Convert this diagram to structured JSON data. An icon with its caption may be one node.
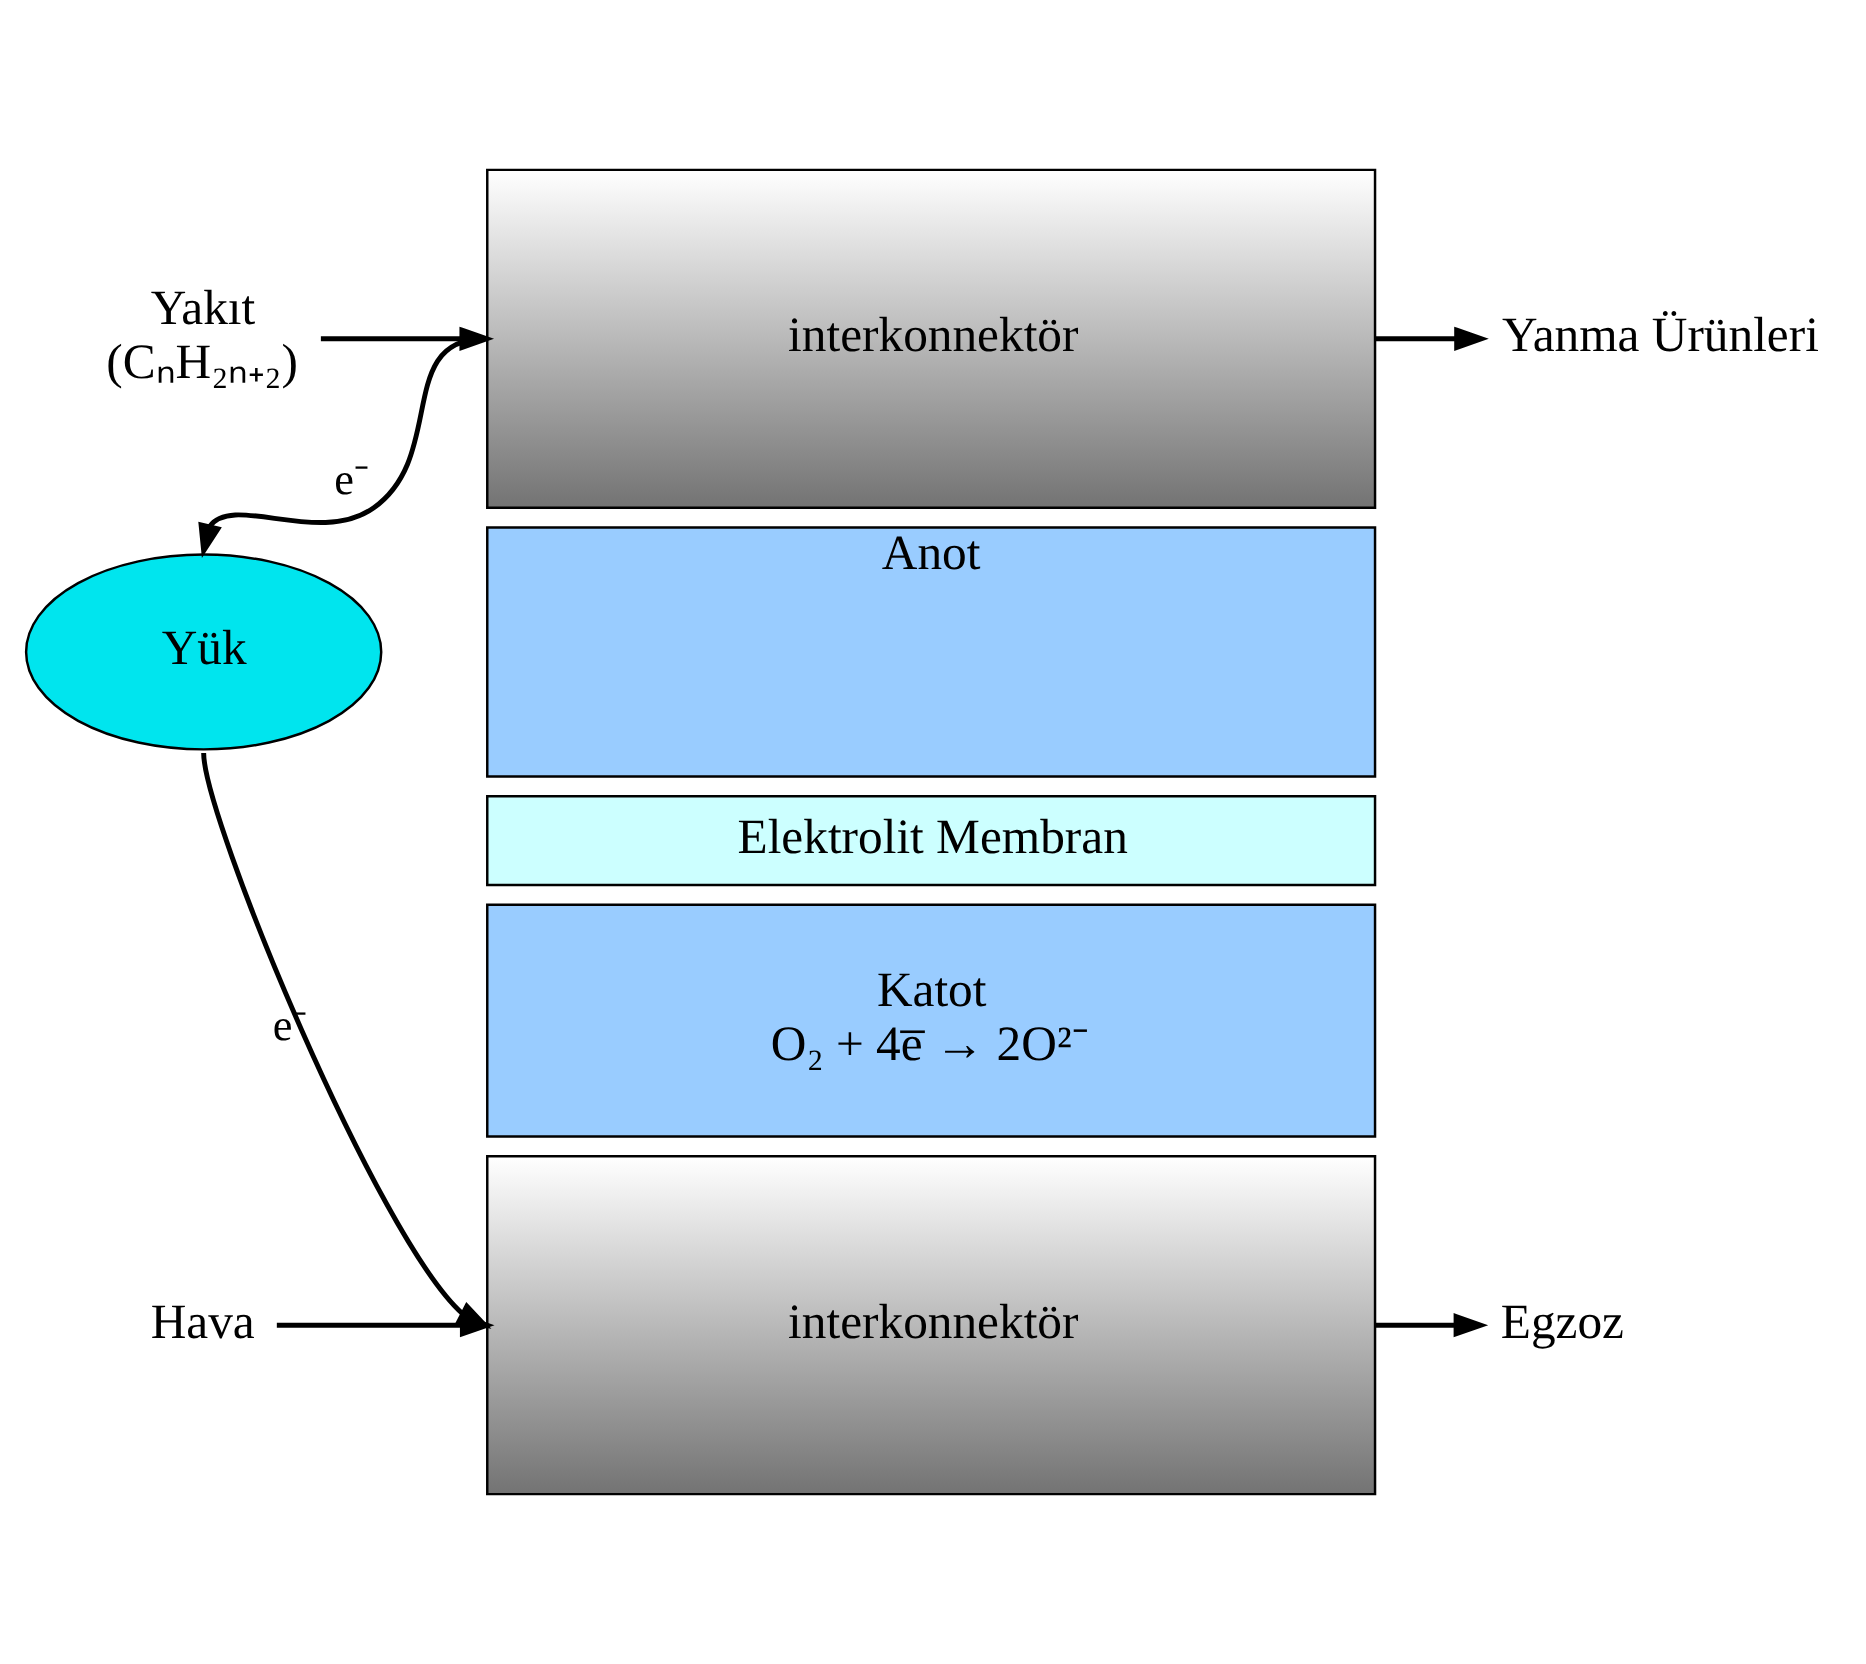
{
  "diagram": {
    "nodes": [
      {
        "text": [
          "Yakıt",
          "(CₙH₂ₙ₊₂)"
        ]
      },
      {
        "text": [
          "interkonnektör"
        ]
      },
      {
        "text": [
          "Anot"
        ]
      },
      {
        "text": [
          "Elektrolit Membran"
        ]
      },
      {
        "text": [
          "Katot",
          "O₂ + 4e̅ → 2O²⁻"
        ]
      },
      {
        "text": [
          "interkonnektör"
        ]
      },
      {
        "text": [
          "Yük"
        ]
      },
      {
        "text": [
          "Hava"
        ]
      },
      {
        "text": [
          "Yanma Ürünleri"
        ]
      },
      {
        "text": [
          "Egzoz"
        ]
      }
    ],
    "edges": [
      {
        "from": 0,
        "to": 1,
        "arrow": "to"
      },
      {
        "from": 1,
        "to": 6,
        "arrow": "to",
        "label": "e⁻"
      },
      {
        "from": 6,
        "to": 5,
        "arrow": "to",
        "label": "e⁻"
      },
      {
        "from": 7,
        "to": 5,
        "arrow": "to"
      },
      {
        "from": 1,
        "to": 8,
        "arrow": "to"
      },
      {
        "from": 5,
        "to": 9,
        "arrow": "to"
      }
    ]
  }
}
